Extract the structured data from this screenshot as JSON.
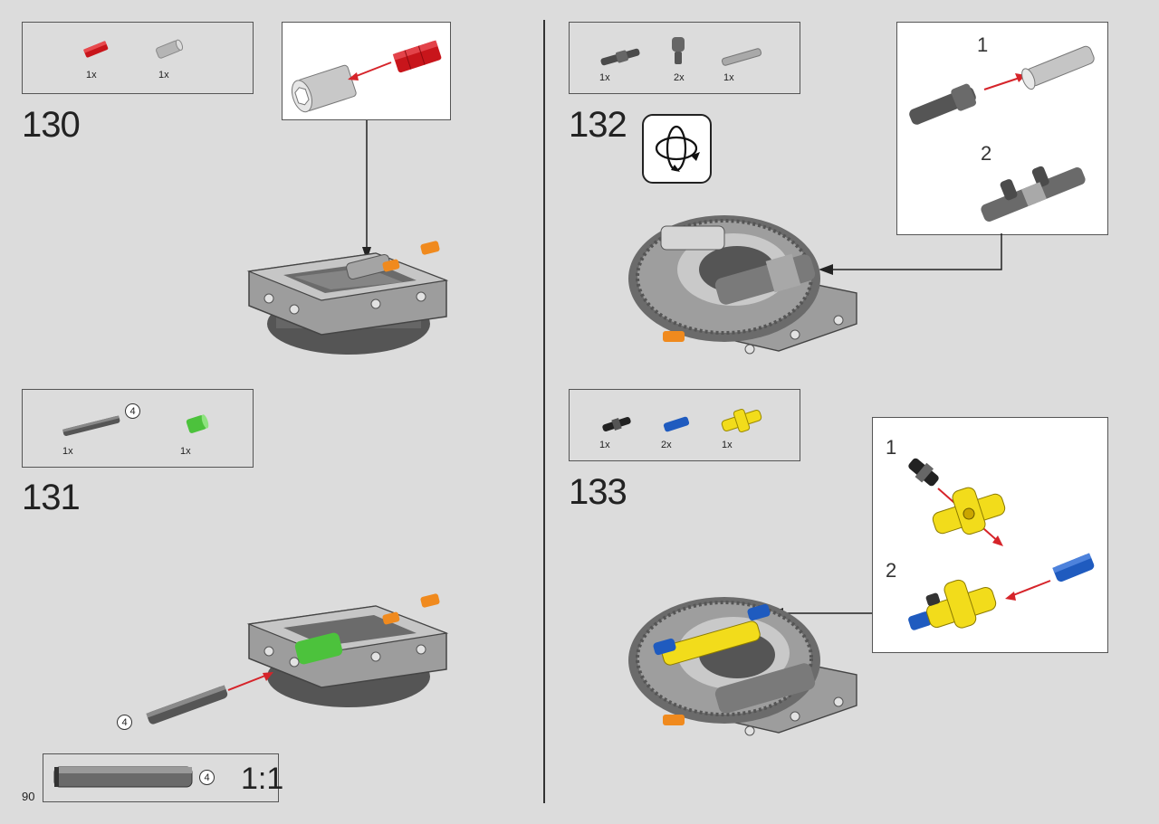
{
  "page_number": "90",
  "steps": [
    {
      "number": "130",
      "parts": [
        {
          "qty": "1x",
          "icon": "red-axle-connector"
        },
        {
          "qty": "1x",
          "icon": "grey-axle-connector"
        }
      ]
    },
    {
      "number": "131",
      "parts": [
        {
          "qty": "1x",
          "icon": "grey-axle-4",
          "length": "4"
        },
        {
          "qty": "1x",
          "icon": "green-pin-connector"
        }
      ],
      "assembly_badge": "4"
    },
    {
      "number": "132",
      "parts": [
        {
          "qty": "1x",
          "icon": "dark-pin-with-bush"
        },
        {
          "qty": "2x",
          "icon": "grey-pin-joiner"
        },
        {
          "qty": "1x",
          "icon": "light-grey-pin-axle"
        }
      ],
      "callout_substeps": [
        "1",
        "2"
      ],
      "rotate_icon": "rotate-model-icon"
    },
    {
      "number": "133",
      "parts": [
        {
          "qty": "1x",
          "icon": "black-pin-axle"
        },
        {
          "qty": "2x",
          "icon": "blue-pin"
        },
        {
          "qty": "1x",
          "icon": "yellow-cross-block"
        }
      ],
      "callout_substeps": [
        "1",
        "2"
      ]
    }
  ],
  "length_reference": {
    "badge": "4",
    "scale": "1:1"
  },
  "colors": {
    "red": "#c8151b",
    "green": "#4cc23c",
    "yellow": "#f2dc1b",
    "blue": "#1f5bbf",
    "orange": "#f08a1e",
    "light_grey": "#a9a9a9",
    "dark_grey": "#4b4b4b",
    "arrow_red": "#d6242a"
  }
}
